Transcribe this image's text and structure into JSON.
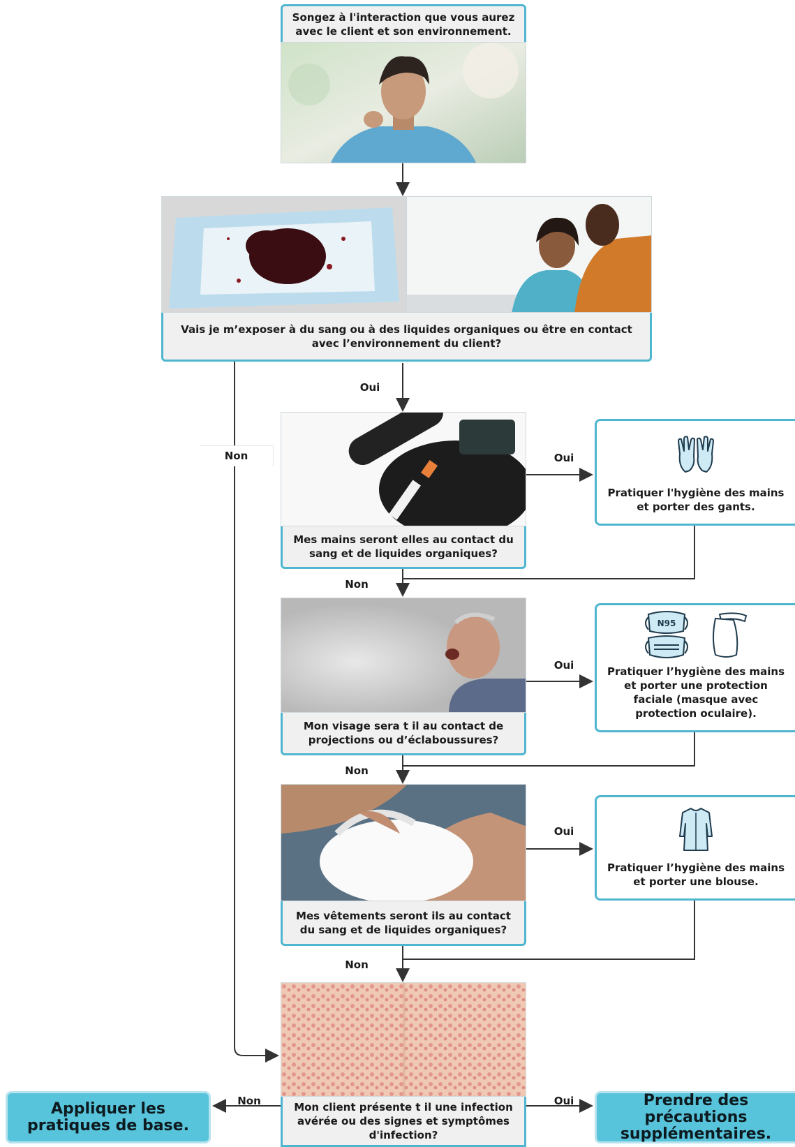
{
  "start": {
    "text": "Songez à l'interaction que vous aurez avec le client et son environnement."
  },
  "q1": {
    "text": "Vais je m’exposer à du sang ou à des liquides organiques ou être en contact avec l’environnement du client?"
  },
  "q2": {
    "text": "Mes mains seront elles au contact du sang et de liquides organiques?"
  },
  "q3": {
    "text": "Mon visage sera t il au contact de projections ou d’éclaboussures?"
  },
  "q4": {
    "text": "Mes vêtements seront ils au contact du sang et de liquides organiques?"
  },
  "q5": {
    "text": "Mon client présente t il une infection avérée ou des signes et symptômes d'infection?"
  },
  "actions": {
    "gloves": "Pratiquer l'hygiène des mains et porter des gants.",
    "face": "Pratiquer l’hygiène des mains et porter une protection faciale (masque avec protection oculaire).",
    "gown": "Pratiquer l’hygiène des mains et porter une blouse.",
    "n95_label": "N95"
  },
  "outcomes": {
    "basic": "Appliquer les pratiques de base.",
    "additional": "Prendre des précautions supplémentaires."
  },
  "labels": {
    "yes": "Oui",
    "no": "Non"
  },
  "colors": {
    "accent": "#4fb6d0",
    "box_fill": "#f0f0f0",
    "outcome_fill": "#58c4db"
  }
}
